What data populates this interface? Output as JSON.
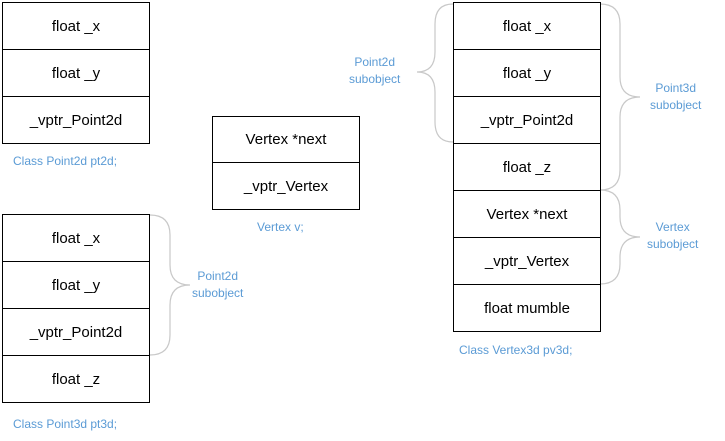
{
  "point2d": {
    "cells": [
      "float _x",
      "float _y",
      "_vptr_Point2d"
    ],
    "caption": "Class Point2d pt2d;"
  },
  "vertex": {
    "cells": [
      "Vertex *next",
      "_vptr_Vertex"
    ],
    "caption": "Vertex v;"
  },
  "point3d": {
    "cells": [
      "float _x",
      "float _y",
      "_vptr_Point2d",
      "float _z"
    ],
    "caption": "Class Point3d pt3d;",
    "brace_label": [
      "Point2d",
      "subobject"
    ]
  },
  "vertex3d": {
    "cells": [
      "float _x",
      "float _y",
      "_vptr_Point2d",
      "float _z",
      "Vertex *next",
      "_vptr_Vertex",
      "float mumble"
    ],
    "caption": "Class Vertex3d pv3d;",
    "brace_point2d_label": [
      "Point2d",
      "subobject"
    ],
    "brace_point3d_label": [
      "Point3d",
      "subobject"
    ],
    "brace_vertex_label": [
      "Vertex",
      "subobject"
    ]
  },
  "colors": {
    "caption_text": "#5b9bd5",
    "cell_border": "#000000",
    "brace_stroke": "#c8c8c8"
  }
}
